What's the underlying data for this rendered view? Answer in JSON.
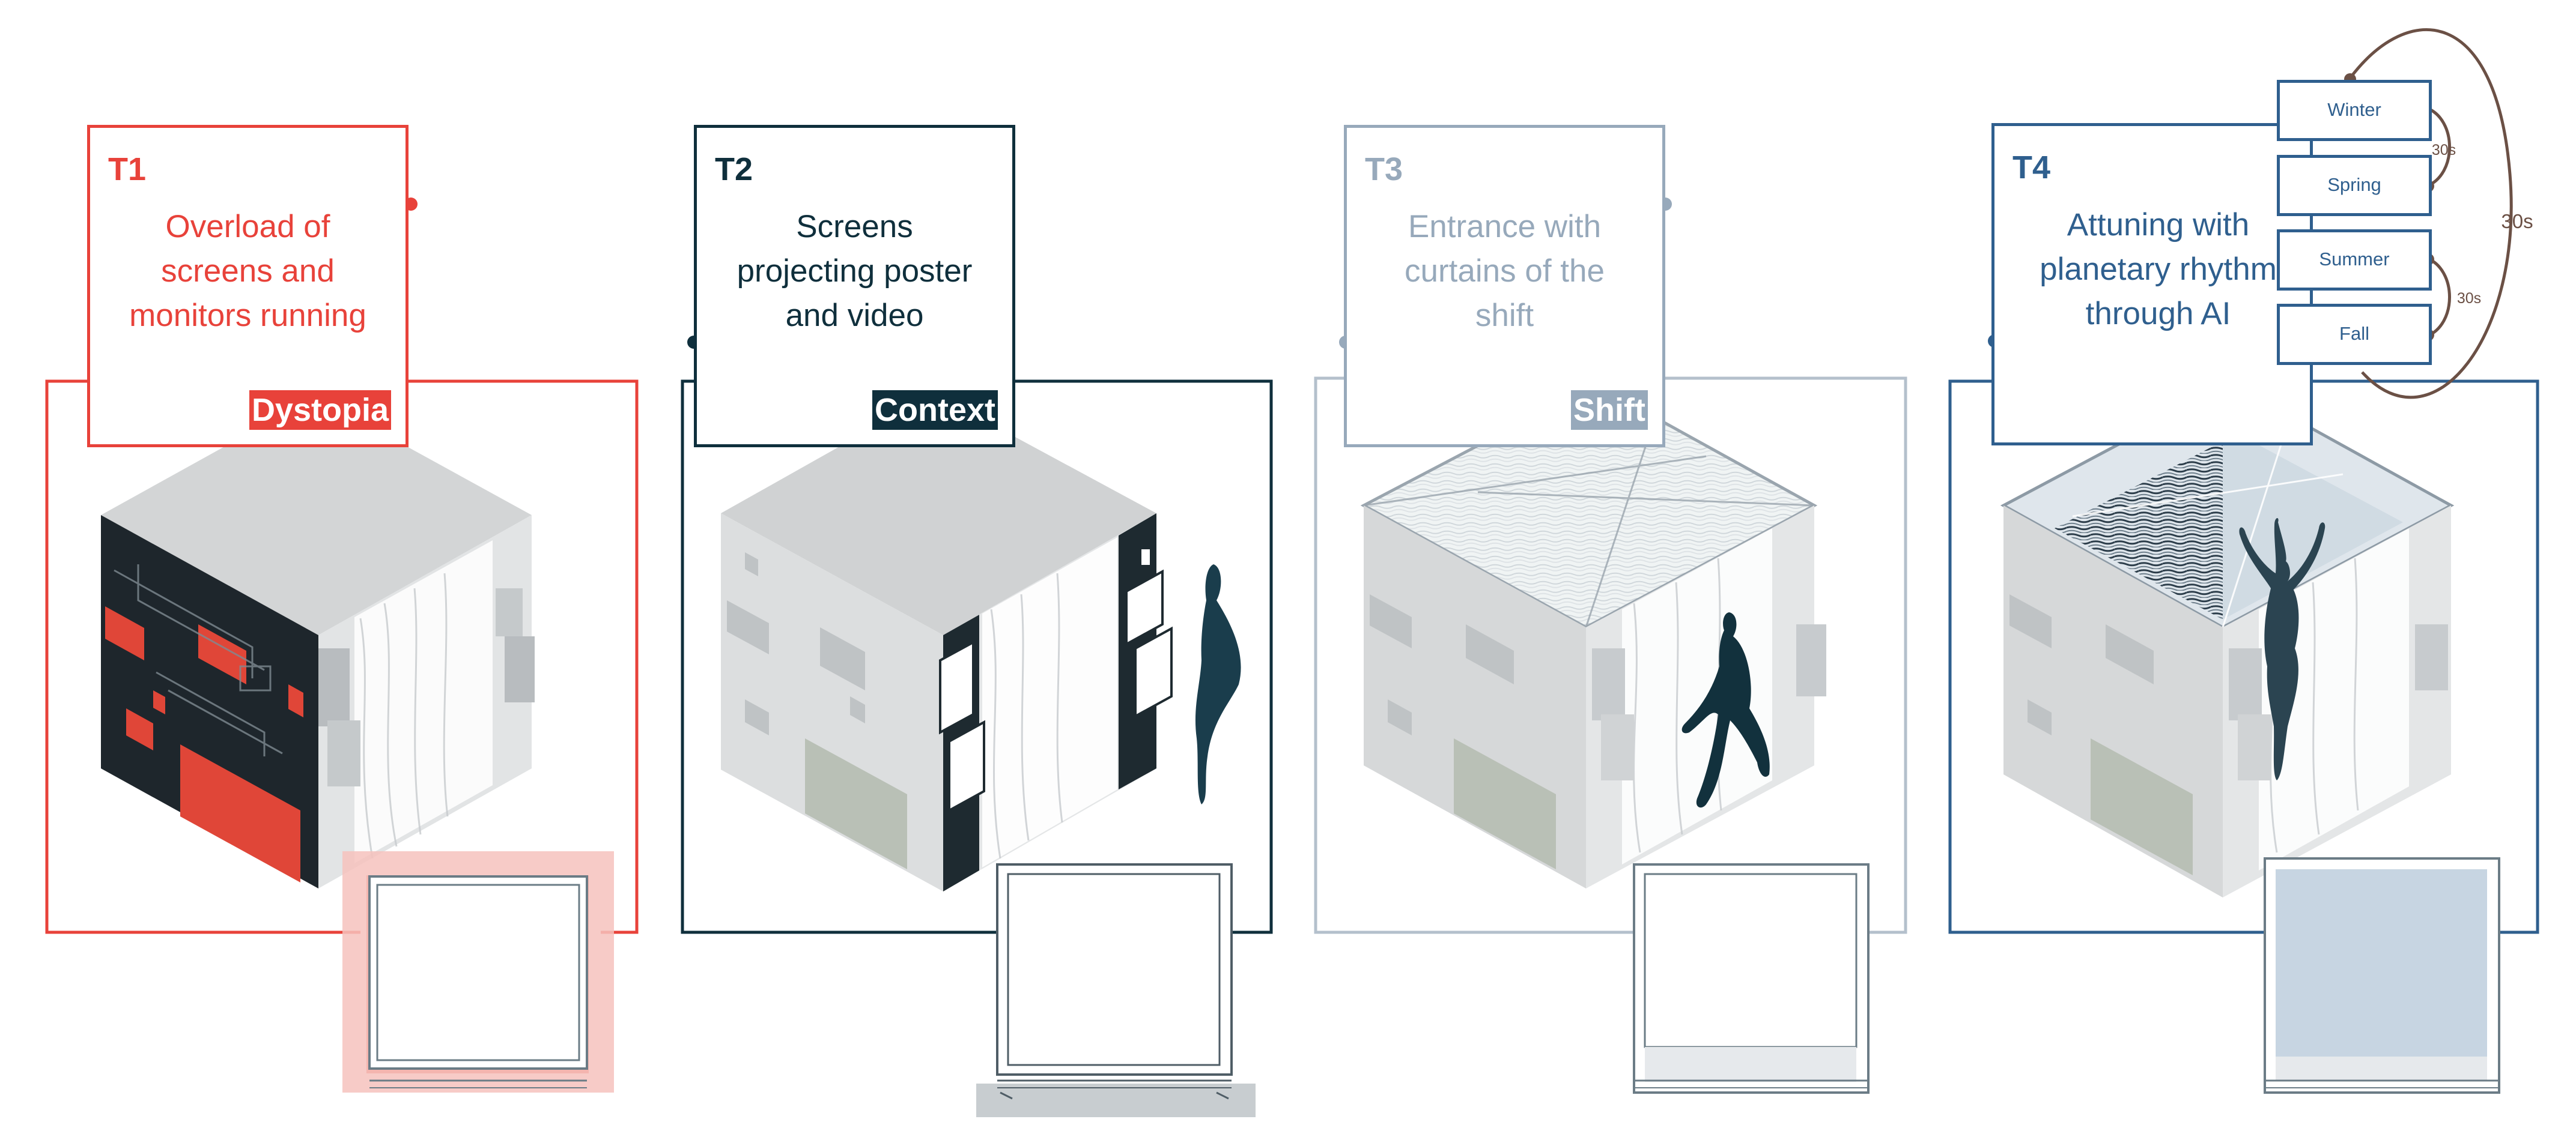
{
  "colors": {
    "t1": "#e8423a",
    "t2": "#0f2f3c",
    "t3": "#97a9bb",
    "t4": "#2f5f8e",
    "wall_gray": "#d3d5d6",
    "brown": "#6b5045"
  },
  "panels": [
    {
      "id": "T1",
      "label": "T1",
      "description": "Overload of screens and monitors running",
      "badge": "Dystopia"
    },
    {
      "id": "T2",
      "label": "T2",
      "description": "Screens projecting poster and video",
      "badge": "Context"
    },
    {
      "id": "T3",
      "label": "T3",
      "description": "Entrance with curtains of the shift",
      "badge": "Shift"
    },
    {
      "id": "T4",
      "label": "T4",
      "description": "Attuning with planetary rhythm through AI",
      "badge": null
    }
  ],
  "seasons": {
    "items": [
      "Winter",
      "Spring",
      "Summer",
      "Fall"
    ],
    "interval_small": "30s",
    "interval_large": "30s"
  }
}
